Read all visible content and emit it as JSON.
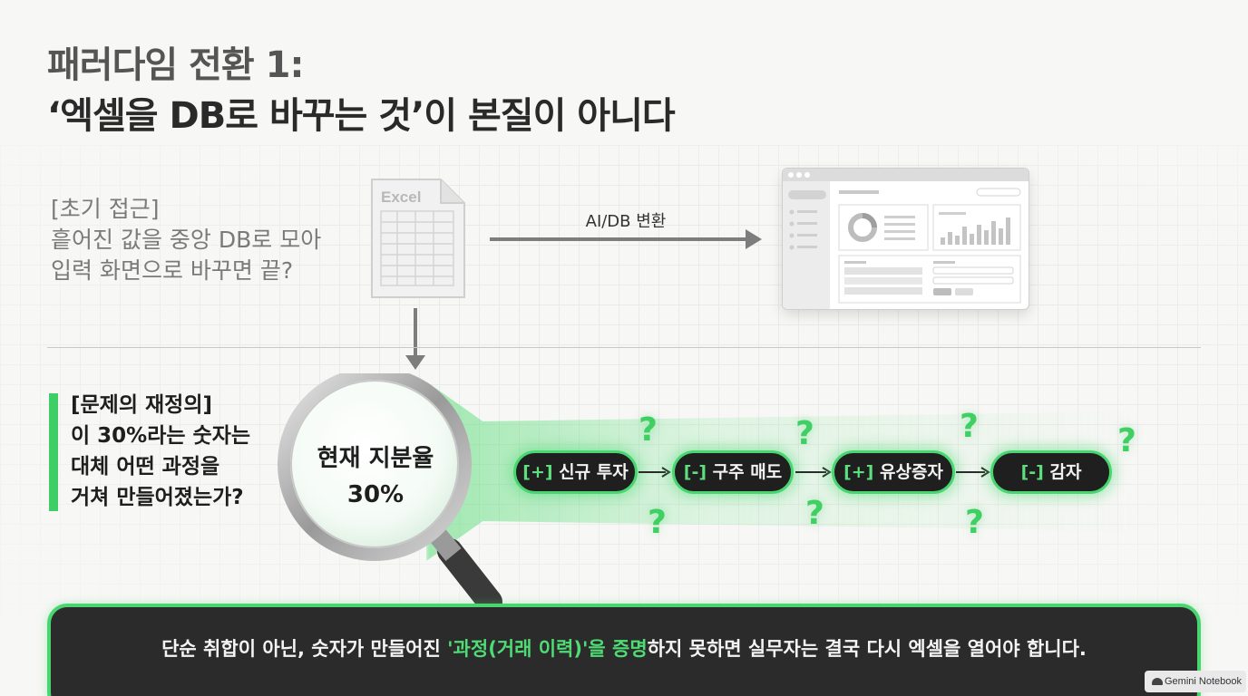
{
  "title": {
    "line1": "패러다임 전환 1:",
    "line2": "‘엑셀을 DB로 바꾸는 것’이 본질이 아니다"
  },
  "initial_approach": {
    "heading": "[초기 접근]",
    "line1": "흩어진 값을 중앙 DB로 모아",
    "line2": "입력 화면으로 바꾸면 끝?"
  },
  "excel_icon": {
    "label": "Excel"
  },
  "conversion_arrow": {
    "label": "AI/DB 변환"
  },
  "redefinition": {
    "heading": "[문제의 재정의]",
    "line1": "이 30%라는 숫자는",
    "line2": "대체 어떤 과정을",
    "line3": "거쳐 만들어졌는가?"
  },
  "magnifier": {
    "line1": "현재 지분율",
    "line2": "30%"
  },
  "flow": [
    {
      "sign": "[+]",
      "label": " 신규 투자"
    },
    {
      "sign": "[-]",
      "label": " 구주 매도"
    },
    {
      "sign": "[+]",
      "label": " 유상증자"
    },
    {
      "sign": "[-]",
      "label": " 감자"
    }
  ],
  "question_mark": "?",
  "banner": {
    "before": "단순 취합이 아닌, 숫자가 만들어진 ",
    "highlight": "'과정(거래 이력)'을 증명",
    "after": "하지 못하면 실무자는 결국 다시 엑셀을 열어야 합니다."
  },
  "watermark": "Gemini Notebook",
  "colors": {
    "accent_green": "#49d671",
    "dark": "#1f1f1f",
    "gray_arrow": "#7d7d7d"
  }
}
